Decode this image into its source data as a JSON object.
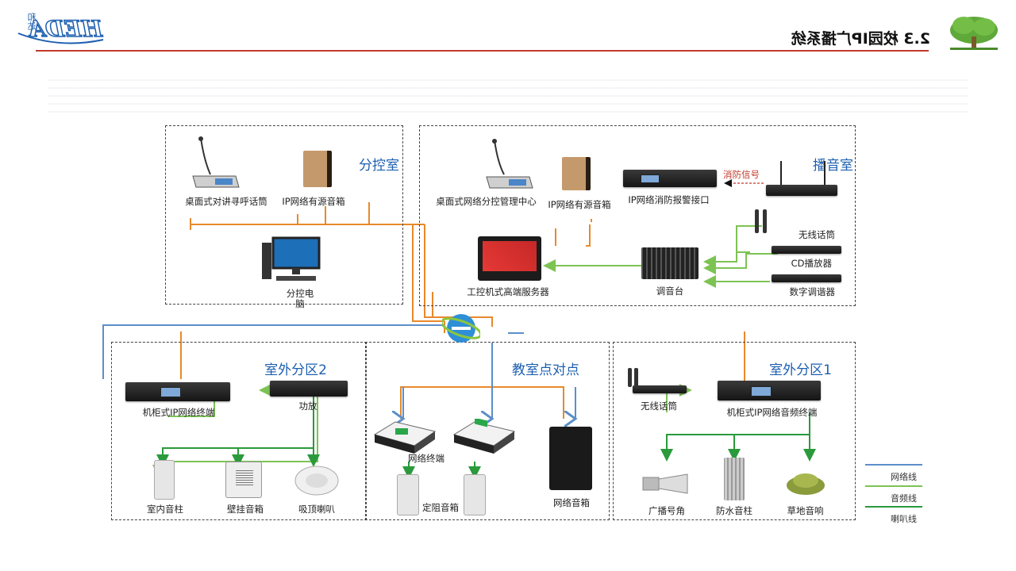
{
  "header": {
    "title": "2.3 校园IP广播系统",
    "logo_text": "HEDA",
    "logo_sub": "和达"
  },
  "panels": {
    "broadcast_room": {
      "title": "播音室",
      "fire_signal": "消防信号",
      "fire_alarm_interface": "IP网络消防报警接口",
      "active_speaker": "IP网络有源音箱",
      "desktop_manager": "桌面式网络分控管理中心",
      "server": "工控机式高端服务器",
      "mixer": "调音台",
      "wireless_mic": "无线话筒",
      "cd_player": "CD播放器",
      "tuner": "数字调谐器"
    },
    "sub_control": {
      "title": "分控室",
      "active_speaker": "IP网络有源音箱",
      "desktop_intercom": "桌面式对讲寻呼话筒",
      "computer": "分控电脑"
    },
    "outdoor2": {
      "title": "室外分区2",
      "terminal": "机柜式IP网络终端",
      "amplifier": "功放",
      "indoor_column": "室内音柱",
      "wall_speaker": "壁挂音箱",
      "ceiling_speaker": "吸顶喇叭"
    },
    "classroom": {
      "title": "教室点对点",
      "network_terminal": "网络终端",
      "fixed_speaker": "定阻音箱",
      "network_speaker": "网络音箱"
    },
    "outdoor1": {
      "title": "室外分区1",
      "wireless_mic": "无线话筒",
      "terminal": "机柜式IP网络音频终端",
      "horn": "广播号角",
      "waterproof_column": "防水音柱",
      "lawn_speaker": "草地音响"
    }
  },
  "legend": {
    "items": [
      "网络线",
      "音频线",
      "喇叭线"
    ],
    "colors": [
      "#5b8fc9",
      "#7dc354",
      "#2a9a3c"
    ]
  },
  "colors": {
    "orange": "#e8892b",
    "blue": "#5b8fc9",
    "green": "#7dc354",
    "darkgreen": "#2a9a3c",
    "title_blue": "#1d5fb0",
    "header_line": "#c0392b"
  }
}
